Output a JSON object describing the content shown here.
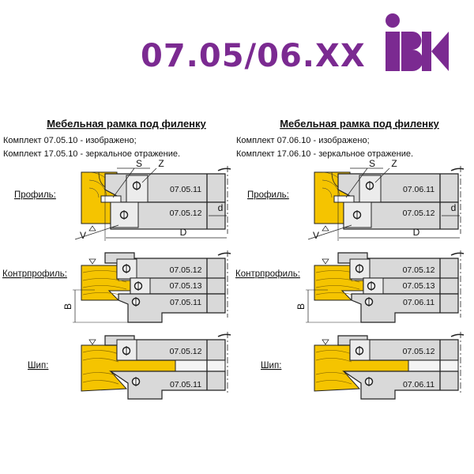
{
  "title": "07.05/06.XX",
  "logo_text": "IBK",
  "colors": {
    "brand": "#7b2a91",
    "wood": "#f5c400",
    "cutter": "#d9d9d9"
  },
  "panels": [
    {
      "heading": "Мебельная рамка под филенку",
      "line1": "Комплект  07.05.10 - изображено;",
      "line2": "Комплект  17.05.10 - зеркальное отражение.",
      "profile": {
        "label": "Профиль:",
        "codes": [
          "07.05.11",
          "07.05.12"
        ],
        "S": "S",
        "Z": "Z",
        "V": "V",
        "D": "D",
        "d": "d"
      },
      "counter": {
        "label": "Контрпрофиль:",
        "codes": [
          "07.05.12",
          "07.05.13",
          "07.05.11"
        ],
        "B": "B"
      },
      "tenon": {
        "label": "Шип:",
        "codes": [
          "07.05.12",
          "07.05.11"
        ]
      }
    },
    {
      "heading": "Мебельная рамка под филенку",
      "line1": "Комплект  07.06.10 - изображено;",
      "line2": "Комплект  17.06.10 - зеркальное отражение.",
      "profile": {
        "label": "Профиль:",
        "codes": [
          "07.06.11",
          "07.05.12"
        ],
        "S": "S",
        "Z": "Z",
        "V": "V",
        "D": "D",
        "d": "d"
      },
      "counter": {
        "label": "Контрпрофиль:",
        "codes": [
          "07.05.12",
          "07.05.13",
          "07.06.11"
        ],
        "B": "B"
      },
      "tenon": {
        "label": "Шип:",
        "codes": [
          "07.05.12",
          "07.06.11"
        ]
      }
    }
  ]
}
